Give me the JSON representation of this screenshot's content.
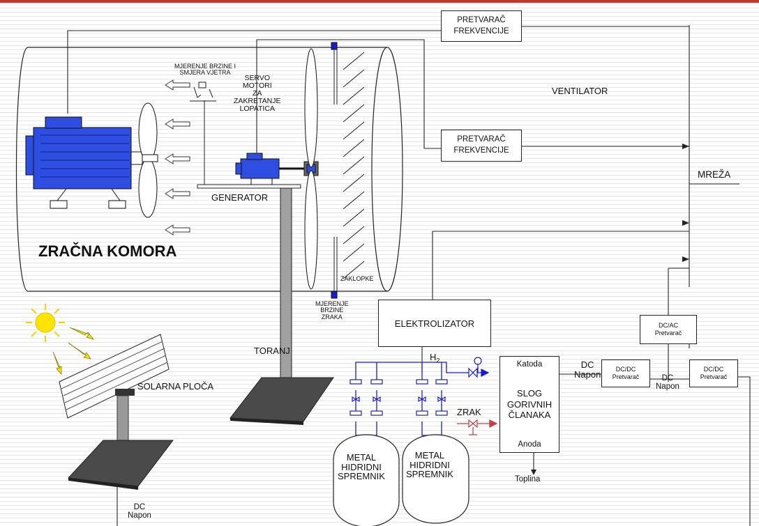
{
  "labels": {
    "zracna_komora": "ZRAČNA KOMORA",
    "mjerenje_brzine_smjera": "MJERENJE BRZINE I\nSMJERA VJETRA",
    "servo_motori": "SERVO\nMOTORI\nZA\nZAKRETANJE\nLOPATICA",
    "generator": "GENERATOR",
    "ventilator": "VENTILATOR",
    "mreza": "MREŽA",
    "zaklopke": "ZAKLOPKE",
    "mjerenje_brzine_zraka": "MJERENJE\nBRZINE\nZRAKA",
    "toranj": "TORANJ",
    "solarna_ploca": "SOLARNA PLOČA",
    "dc_napon_solar": "DC\nNapon",
    "h2": "H",
    "h2_sub": "2",
    "zrak": "ZRAK",
    "katoda": "Katoda",
    "anoda": "Anoda",
    "slog": "SLOG\nGORIVNIH\nČLANAKA",
    "toplina": "Toplina",
    "dc_napon_1": "DC\nNapon",
    "dc_napon_2": "DC\nNapon",
    "metal_1": "METAL\nHIDRIDNI\nSPREMNIK",
    "metal_2": "METAL\nHIDRIDNI\nSPREMNIK"
  },
  "boxes": {
    "pretvarac_1": "PRETVARAČ\nFREKVENCIJE",
    "pretvarac_2": "PRETVARAČ\nFREKVENCIJE",
    "elektrolizator": "ELEKTROLIZATOR",
    "dcac": "DC/AC\nPretvarač",
    "dcdc_1": "DC/DC\nPretvarač",
    "dcdc_2": "DC/DC\nPretvarač"
  },
  "colors": {
    "accent_red": "#c0392b",
    "motor_blue": "#2d4ee0",
    "pipe_blue": "#1a1ad0",
    "sun_yellow": "#ffe400",
    "valve_red": "#c04040"
  },
  "icons": [
    "sun-icon",
    "fan-icon",
    "motor-icon",
    "valve-icon",
    "arrow-icon",
    "solar-panel-icon"
  ]
}
